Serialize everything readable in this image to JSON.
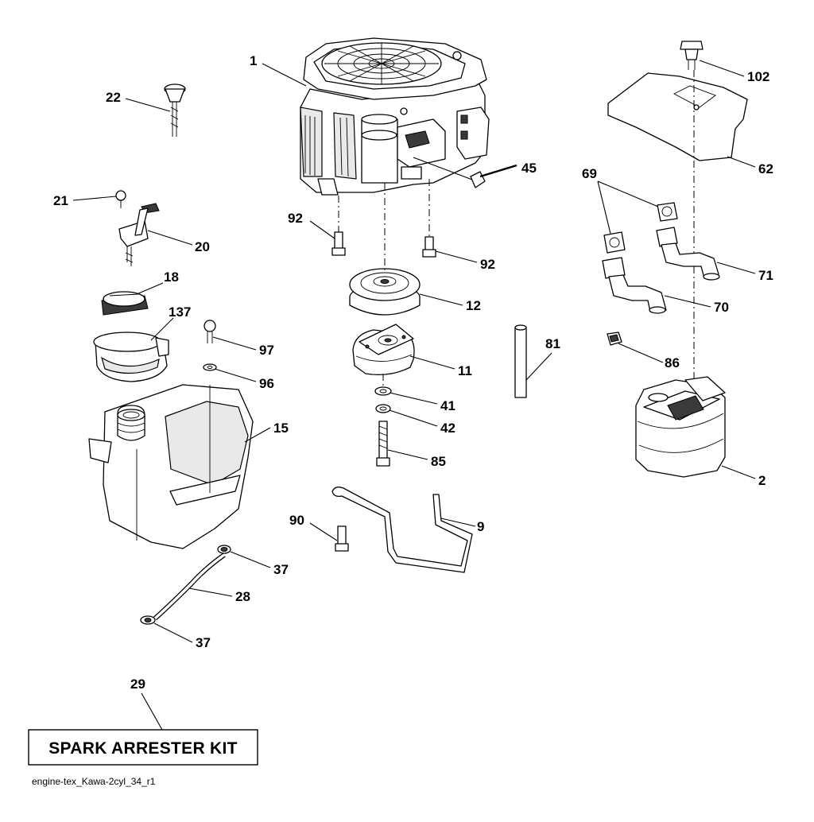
{
  "callouts": {
    "c1": "1",
    "c102": "102",
    "c22": "22",
    "c45": "45",
    "c62": "62",
    "c69": "69",
    "c21": "21",
    "c92a": "92",
    "c20": "20",
    "c92b": "92",
    "c71": "71",
    "c18": "18",
    "c12": "12",
    "c70": "70",
    "c137": "137",
    "c97": "97",
    "c81": "81",
    "c86": "86",
    "c11": "11",
    "c96": "96",
    "c41": "41",
    "c42": "42",
    "c15": "15",
    "c85": "85",
    "c2": "2",
    "c90": "90",
    "c9": "9",
    "c37a": "37",
    "c28": "28",
    "c37b": "37",
    "c29": "29"
  },
  "kit": {
    "label": "SPARK ARRESTER KIT"
  },
  "footer": {
    "code": "engine-tex_Kawa-2cyl_34_r1"
  }
}
